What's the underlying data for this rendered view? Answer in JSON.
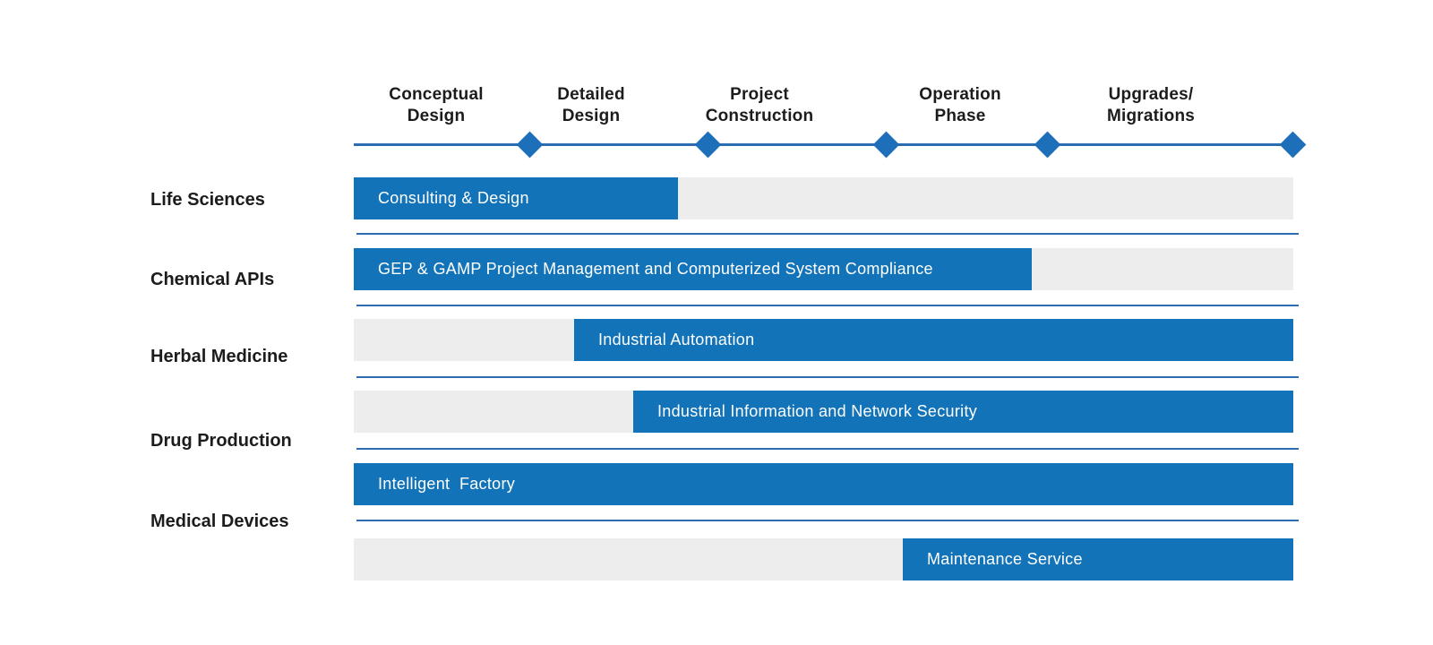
{
  "timeline": {
    "phases": [
      {
        "label": "Conceptual\nDesign"
      },
      {
        "label": "Detailed\nDesign"
      },
      {
        "label": "Project\nConstruction"
      },
      {
        "label": "Operation\nPhase"
      },
      {
        "label": "Upgrades/\nMigrations"
      }
    ],
    "milestone_icon": "diamond-icon"
  },
  "categories": [
    "Life Sciences",
    "Chemical APIs",
    "Herbal Medicine",
    "Drug Production",
    "Medical Devices"
  ],
  "services": [
    "Consulting & Design",
    "GEP & GAMP Project Management and Computerized System Compliance",
    "Industrial Automation",
    "Industrial Information and Network Security",
    "Intelligent  Factory",
    "Maintenance Service"
  ],
  "colors": {
    "bar_blue": "#1273b9",
    "bar_gray": "#ededed",
    "axis_blue": "#2b6cb3",
    "label_text": "#1c1c1c",
    "bar_text": "#ffffff"
  }
}
